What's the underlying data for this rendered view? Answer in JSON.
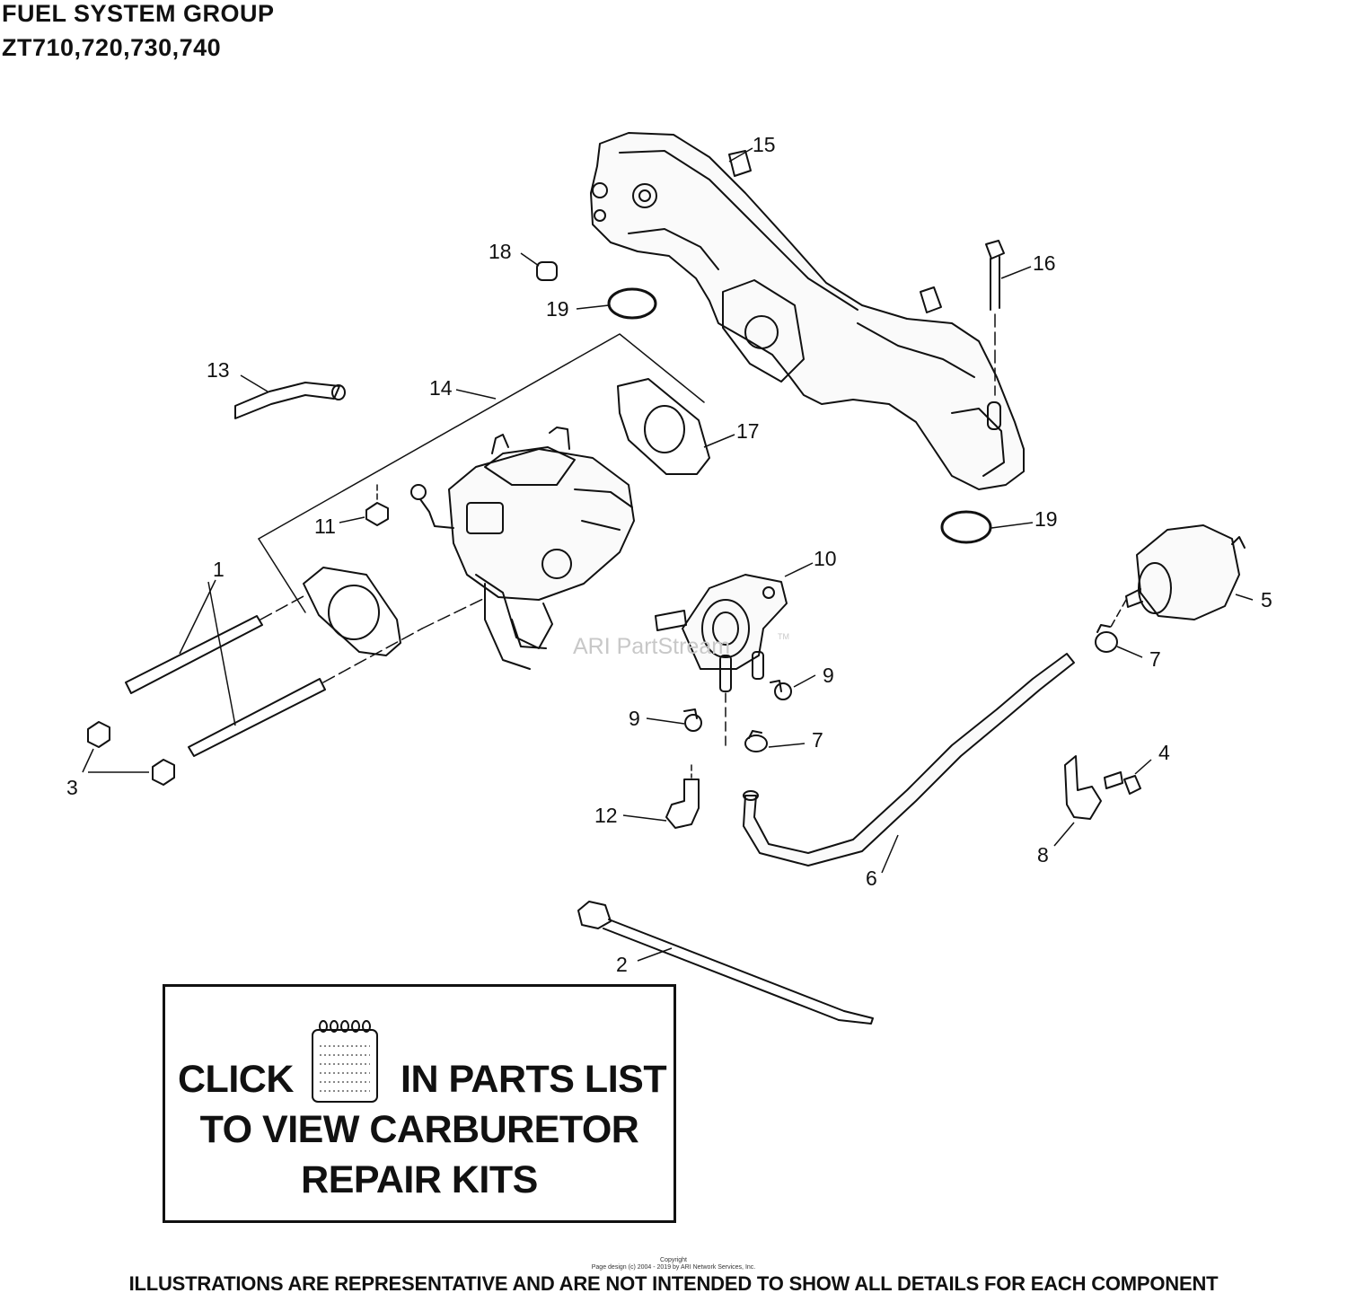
{
  "header": {
    "title": "FUEL SYSTEM GROUP",
    "models": "ZT710,720,730,740"
  },
  "watermark": {
    "text": "ARI PartStream",
    "tm": "TM"
  },
  "callouts": {
    "c1": "1",
    "c2": "2",
    "c3": "3",
    "c4": "4",
    "c5": "5",
    "c6": "6",
    "c7a": "7",
    "c7b": "7",
    "c8": "8",
    "c9a": "9",
    "c9b": "9",
    "c10": "10",
    "c11": "11",
    "c12": "12",
    "c13": "13",
    "c14": "14",
    "c15": "15",
    "c16": "16",
    "c17": "17",
    "c18": "18",
    "c19a": "19",
    "c19b": "19"
  },
  "notice": {
    "click": "CLICK",
    "parts_list": "IN PARTS LIST",
    "view": "TO VIEW CARBURETOR",
    "repair": "REPAIR KITS",
    "icon": "notepad-icon"
  },
  "copyright": {
    "line1": "Copyright",
    "line2": "Page design (c) 2004 - 2019 by ARI Network Services, Inc."
  },
  "footer": {
    "disclaimer": "ILLUSTRATIONS ARE REPRESENTATIVE AND ARE NOT INTENDED TO SHOW ALL DETAILS FOR EACH COMPONENT"
  },
  "colors": {
    "ink": "#111111",
    "watermark": "#c8c8c8",
    "background": "#ffffff"
  }
}
